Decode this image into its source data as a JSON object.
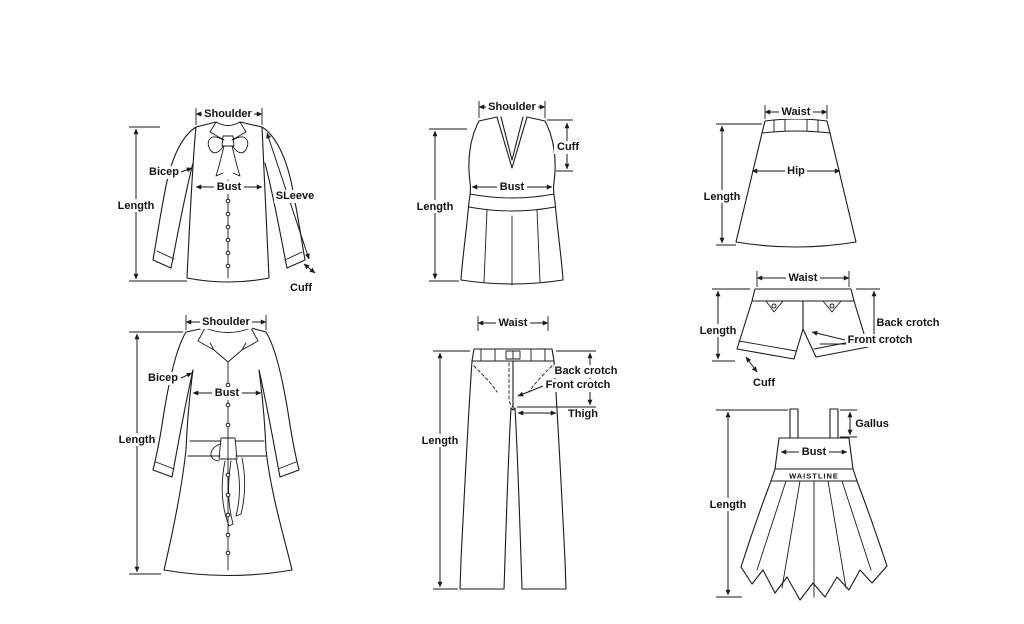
{
  "page": {
    "background": "#ffffff",
    "line_color": "#1a1a1a"
  },
  "diagrams": {
    "blouse": {
      "labels": {
        "shoulder": "Shoulder",
        "bicep": "Bicep",
        "bust": "Bust",
        "length": "Length",
        "sleeve": "SLeeve",
        "cuff": "Cuff"
      }
    },
    "vest": {
      "labels": {
        "shoulder": "Shoulder",
        "cuff": "Cuff",
        "bust": "Bust",
        "length": "Length"
      }
    },
    "skirt": {
      "labels": {
        "waist": "Waist",
        "hip": "Hip",
        "length": "Length"
      }
    },
    "coat": {
      "labels": {
        "shoulder": "Shoulder",
        "bicep": "Bicep",
        "bust": "Bust",
        "length": "Length"
      }
    },
    "pants": {
      "labels": {
        "waist": "Waist",
        "back_crotch": "Back crotch",
        "front_crotch": "Front crotch",
        "thigh": "Thigh",
        "length": "Length"
      }
    },
    "shorts": {
      "labels": {
        "waist": "Waist",
        "length": "Length",
        "back_crotch": "Back crotch",
        "front_crotch": "Front crotch",
        "cuff": "Cuff"
      }
    },
    "dress": {
      "labels": {
        "gallus": "Gallus",
        "bust": "Bust",
        "waistline": "WAISTLINE",
        "length": "Length"
      }
    }
  }
}
